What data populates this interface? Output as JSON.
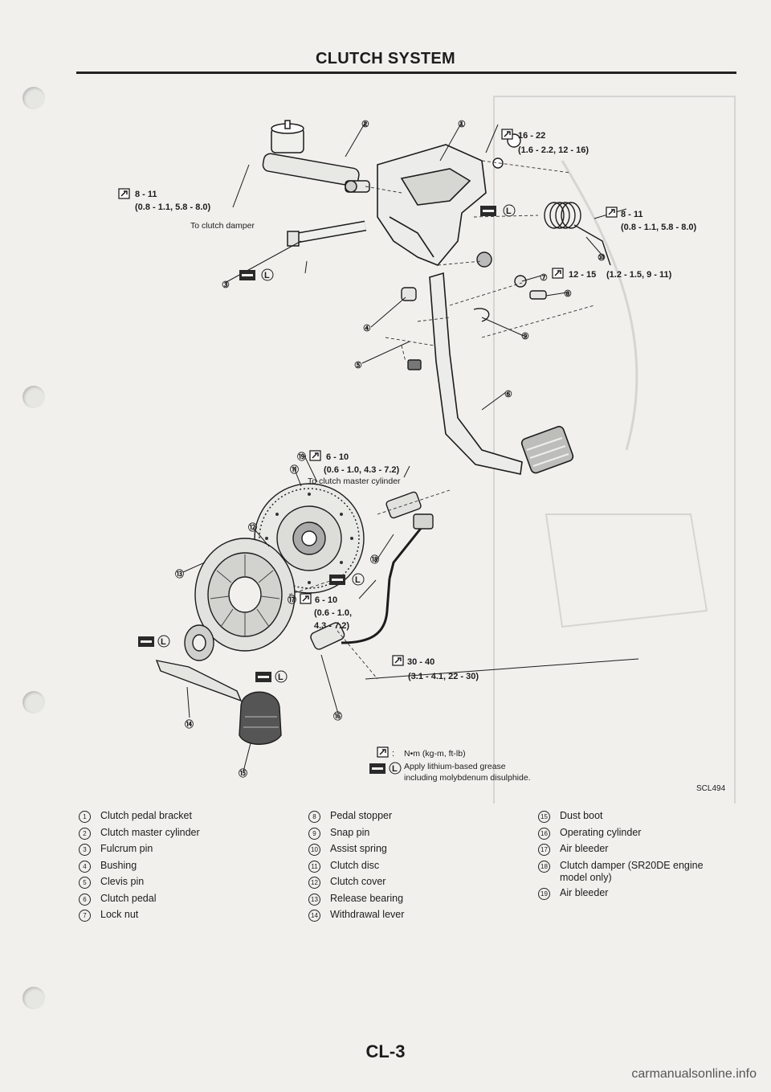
{
  "page": {
    "title": "CLUTCH SYSTEM",
    "page_number": "CL-3",
    "watermark": "carmanualsonline.info"
  },
  "diagram": {
    "ref_code": "SCL494",
    "torque_specs": [
      {
        "nm": "16 - 22",
        "detail": "(1.6 - 2.2, 12 - 16)"
      },
      {
        "nm": "8 - 11",
        "detail": "(0.8 - 1.1, 5.8 - 8.0)"
      },
      {
        "nm": "8 - 11",
        "detail": "(0.8 - 1.1, 5.8 - 8.0)"
      },
      {
        "nm": "12 - 15",
        "detail": "(1.2 - 1.5, 9 - 11)"
      },
      {
        "nm": "6 - 10",
        "detail": "(0.6 - 1.0, 4.3 - 7.2)"
      },
      {
        "nm": "6 - 10",
        "detail": "(0.6 - 1.0,",
        "detail2": "4.3 - 7.2)"
      },
      {
        "nm": "30 - 40",
        "detail": "(3.1 - 4.1, 22 - 30)"
      }
    ],
    "annotations": {
      "to_damper": "To clutch damper",
      "to_master": "To clutch master cylinder"
    },
    "callouts": [
      "①",
      "②",
      "③",
      "④",
      "⑤",
      "⑥",
      "⑦",
      "⑧",
      "⑨",
      "⑩",
      "⑪",
      "⑫",
      "⑬",
      "⑭",
      "⑮",
      "⑯",
      "⑰",
      "⑱",
      "⑲"
    ],
    "grease_letter": "L",
    "key": {
      "torque_unit": "N•m (kg-m, ft-lb)",
      "grease_line1": "Apply lithium-based grease",
      "grease_line2": "including molybdenum disulphide."
    }
  },
  "legend": {
    "col1": [
      {
        "n": "1",
        "label": "Clutch pedal bracket"
      },
      {
        "n": "2",
        "label": "Clutch master cylinder"
      },
      {
        "n": "3",
        "label": "Fulcrum pin"
      },
      {
        "n": "4",
        "label": "Bushing"
      },
      {
        "n": "5",
        "label": "Clevis pin"
      },
      {
        "n": "6",
        "label": "Clutch pedal"
      },
      {
        "n": "7",
        "label": "Lock nut"
      }
    ],
    "col2": [
      {
        "n": "8",
        "label": "Pedal stopper"
      },
      {
        "n": "9",
        "label": "Snap pin"
      },
      {
        "n": "10",
        "label": "Assist spring"
      },
      {
        "n": "11",
        "label": "Clutch disc"
      },
      {
        "n": "12",
        "label": "Clutch cover"
      },
      {
        "n": "13",
        "label": "Release bearing"
      },
      {
        "n": "14",
        "label": "Withdrawal lever"
      }
    ],
    "col3": [
      {
        "n": "15",
        "label": "Dust boot"
      },
      {
        "n": "16",
        "label": "Operating cylinder"
      },
      {
        "n": "17",
        "label": "Air bleeder"
      },
      {
        "n": "18",
        "label": "Clutch damper (SR20DE engine",
        "label2": "model only)"
      },
      {
        "n": "19",
        "label": "Air bleeder"
      }
    ]
  }
}
